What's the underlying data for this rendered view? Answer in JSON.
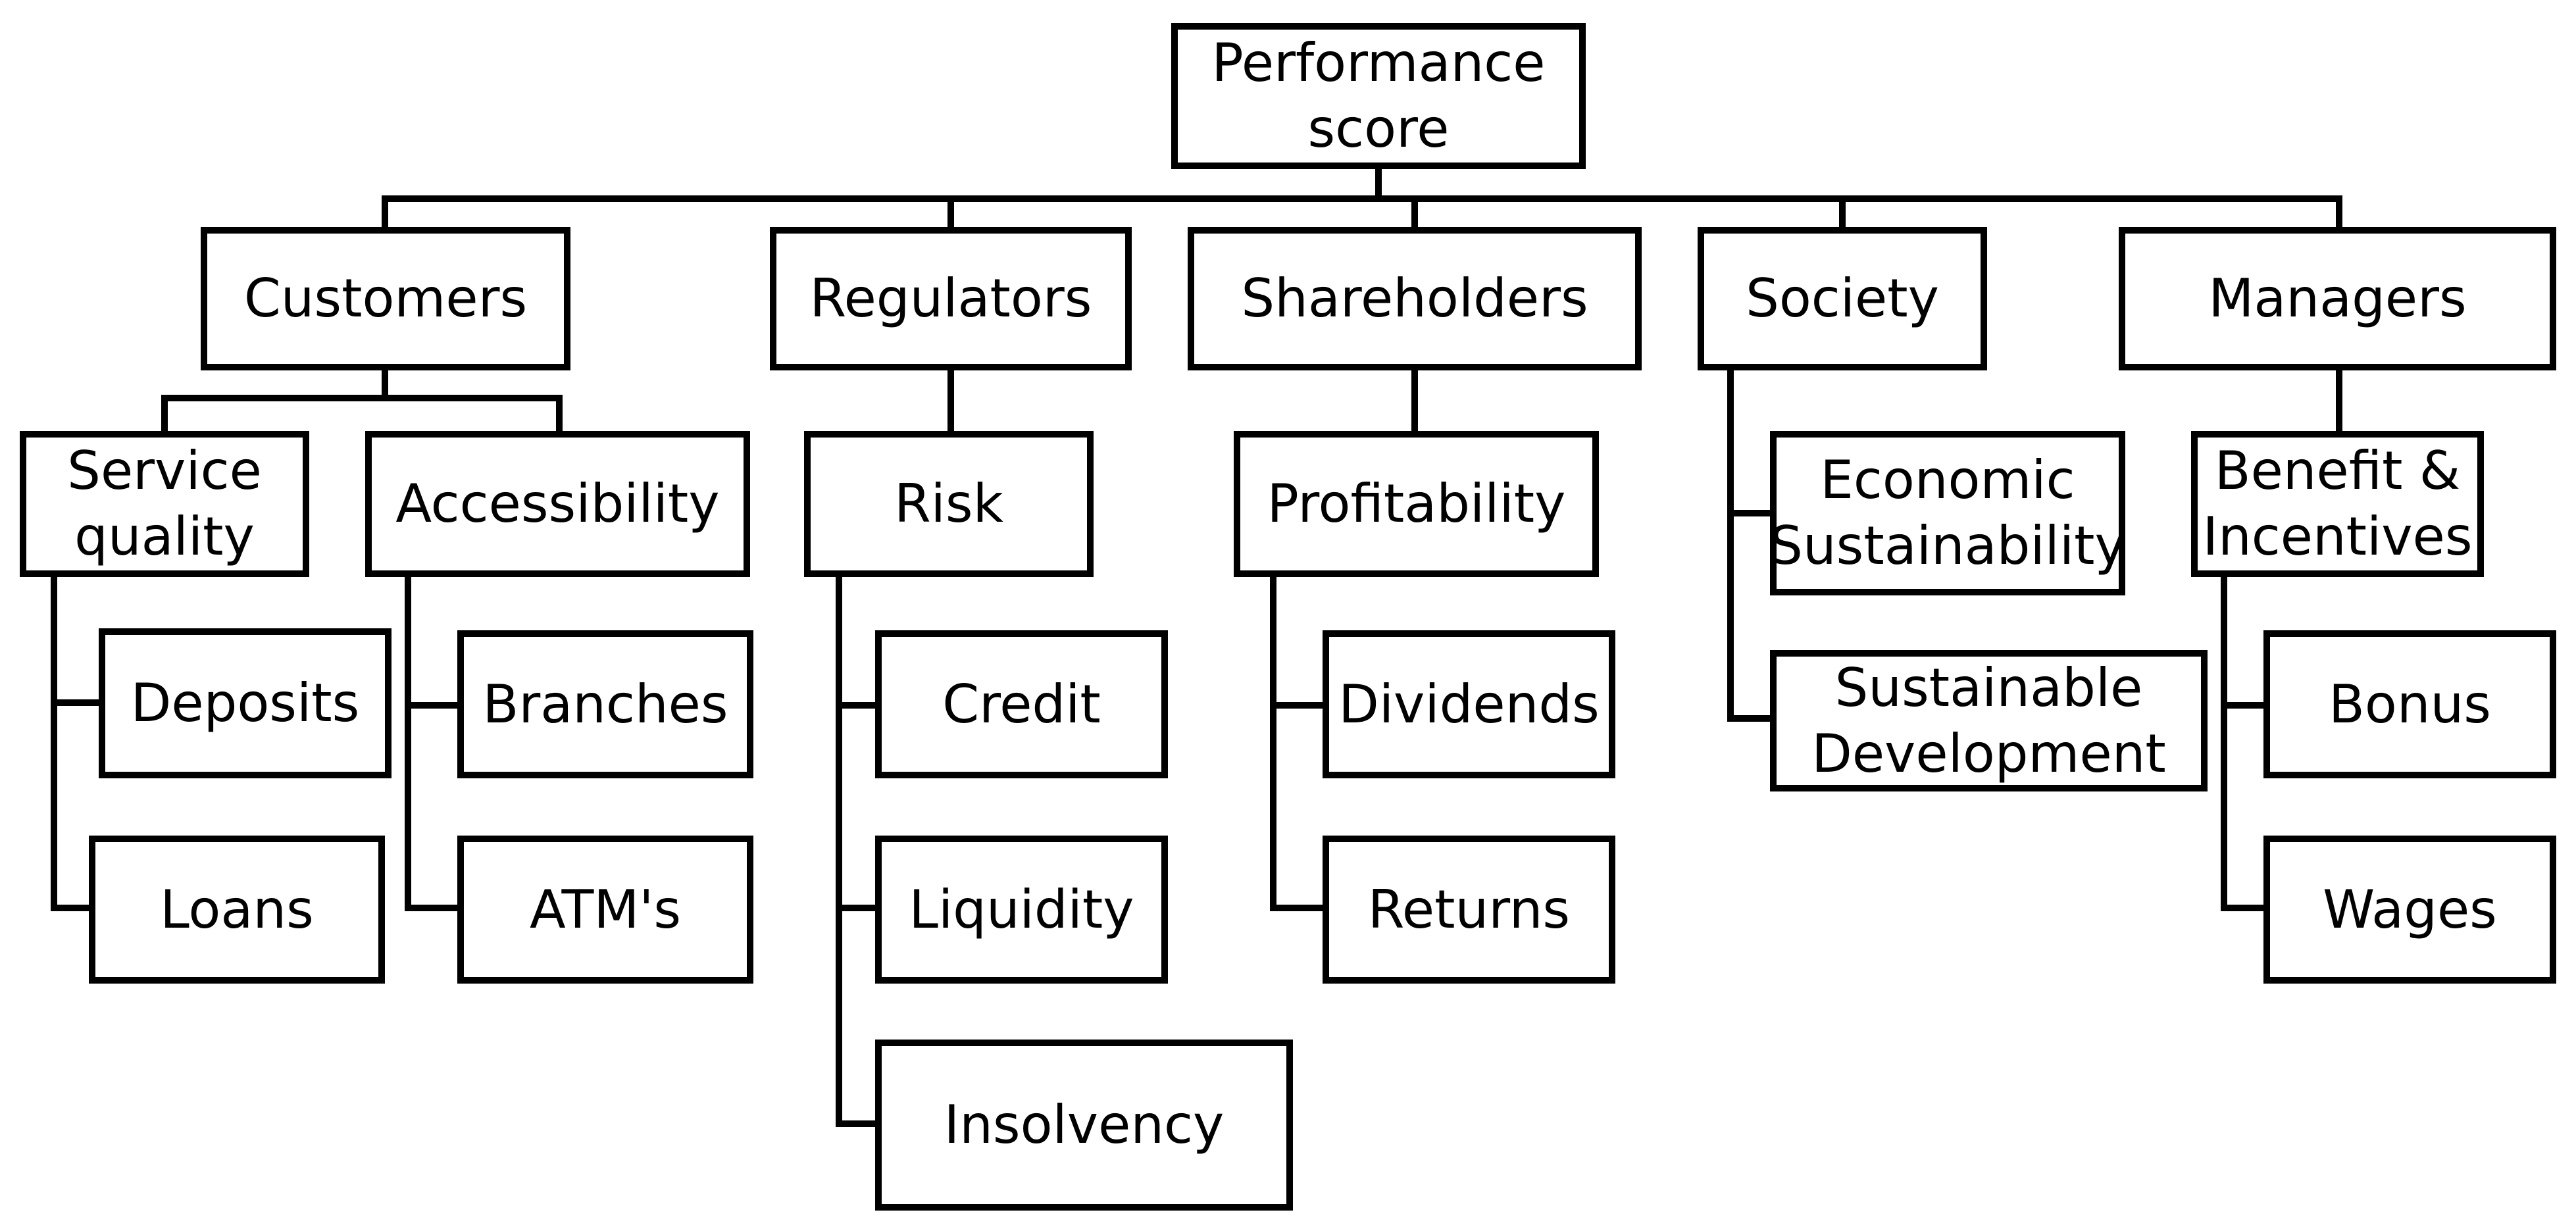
{
  "diagram": {
    "root": "Performance\nscore",
    "stakeholders": {
      "customers": "Customers",
      "regulators": "Regulators",
      "shareholders": "Shareholders",
      "society": "Society",
      "managers": "Managers"
    },
    "criteria": {
      "service_quality": "Service\nquality",
      "accessibility": "Accessibility",
      "risk": "Risk",
      "profitability": "Profitability",
      "economic_sustainability": "Economic\nSustainability",
      "sustainable_development": "Sustainable\nDevelopment",
      "benefit_incentives": "Benefit &\nIncentives"
    },
    "indicators": {
      "deposits": "Deposits",
      "loans": "Loans",
      "branches": "Branches",
      "atms": "ATM's",
      "credit": "Credit",
      "liquidity": "Liquidity",
      "insolvency": "Insolvency",
      "dividends": "Dividends",
      "returns": "Returns",
      "bonus": "Bonus",
      "wages": "Wages"
    }
  }
}
